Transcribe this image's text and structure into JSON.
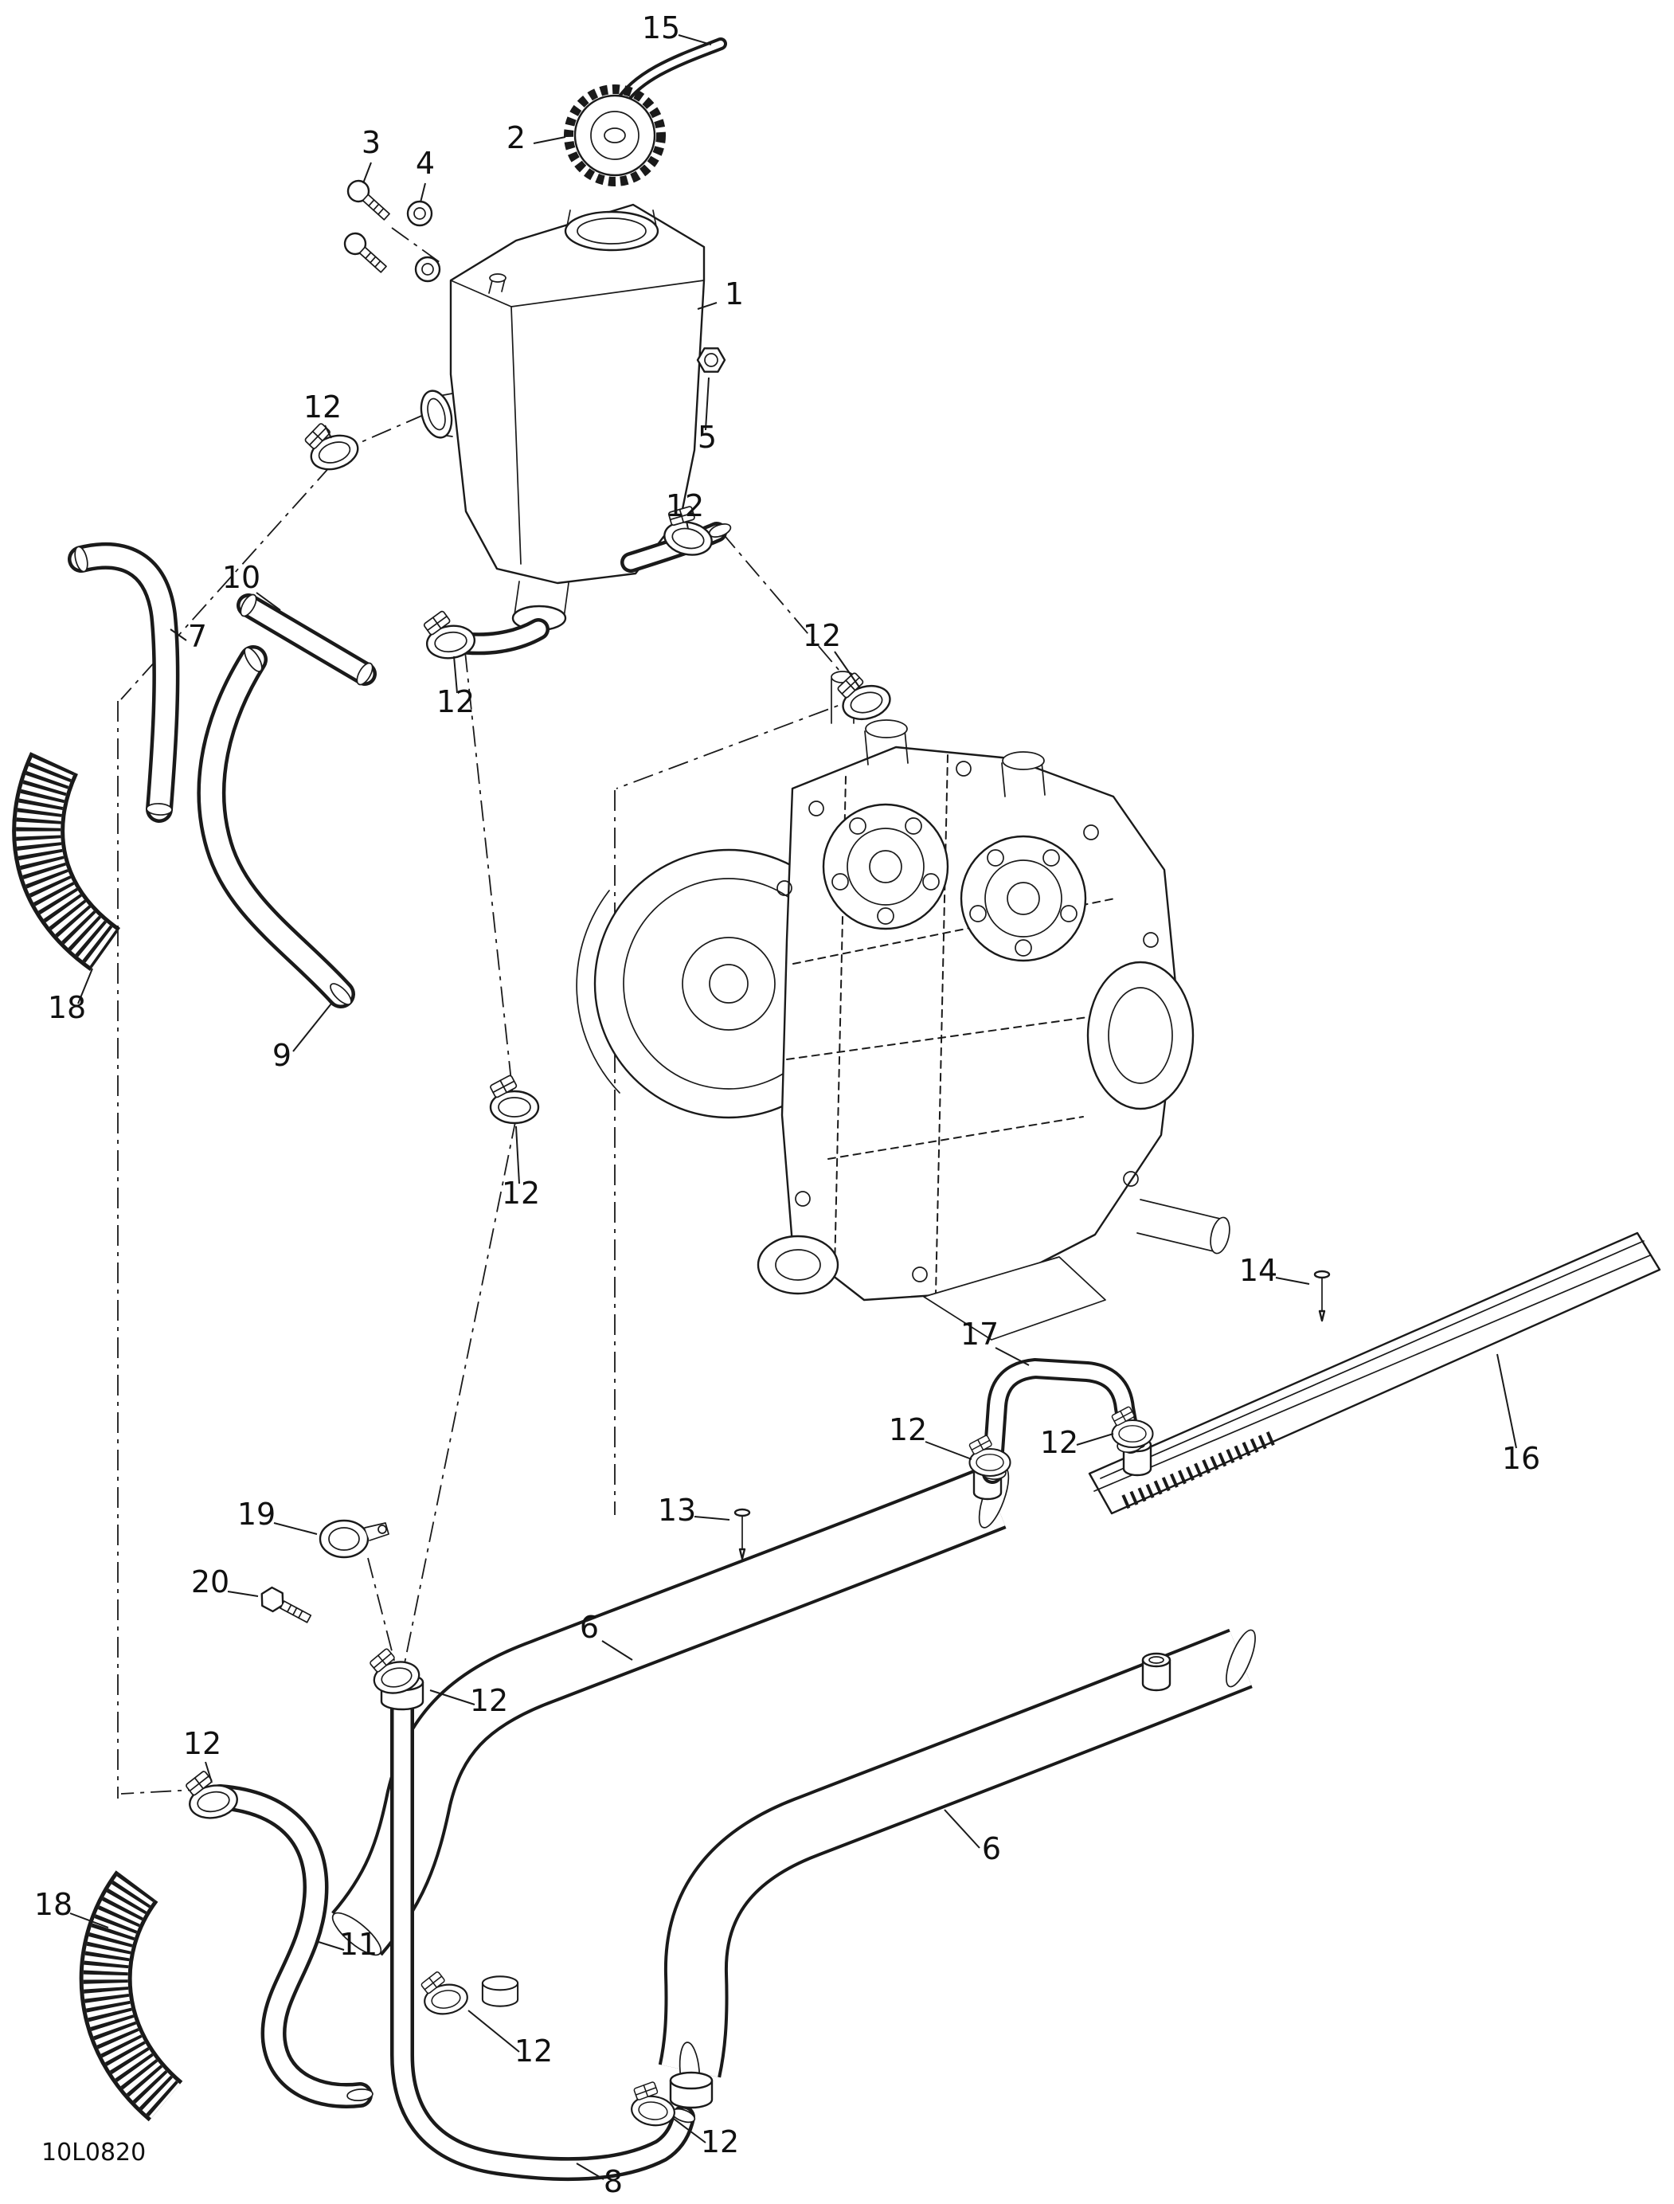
{
  "figure": {
    "code": "10L0820",
    "background_color": "#ffffff",
    "line_color": "#1a1a1a"
  },
  "callouts": [
    {
      "label": "15"
    },
    {
      "label": "2"
    },
    {
      "label": "3"
    },
    {
      "label": "4"
    },
    {
      "label": "1"
    },
    {
      "label": "5"
    },
    {
      "label": "12"
    },
    {
      "label": "12"
    },
    {
      "label": "10"
    },
    {
      "label": "7"
    },
    {
      "label": "12"
    },
    {
      "label": "12"
    },
    {
      "label": "18"
    },
    {
      "label": "9"
    },
    {
      "label": "12"
    },
    {
      "label": "14"
    },
    {
      "label": "17"
    },
    {
      "label": "12"
    },
    {
      "label": "12"
    },
    {
      "label": "16"
    },
    {
      "label": "13"
    },
    {
      "label": "19"
    },
    {
      "label": "20"
    },
    {
      "label": "6"
    },
    {
      "label": "12"
    },
    {
      "label": "12"
    },
    {
      "label": "11"
    },
    {
      "label": "6"
    },
    {
      "label": "18"
    },
    {
      "label": "12"
    },
    {
      "label": "12"
    },
    {
      "label": "8"
    }
  ]
}
